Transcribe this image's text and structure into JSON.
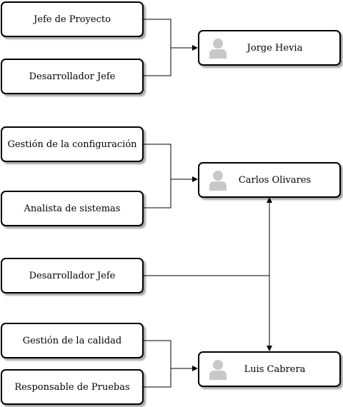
{
  "roles": {
    "jefe_proyecto": "Jefe de Proyecto",
    "desarrollador_jefe_1": "Desarrollador Jefe",
    "gestion_configuracion": "Gestión de la configuración",
    "analista_sistemas": "Analista de sistemas",
    "desarrollador_jefe_2": "Desarrollador Jefe",
    "gestion_calidad": "Gestión de la calidad",
    "responsable_pruebas": "Responsable de Pruebas"
  },
  "people": {
    "jorge": "Jorge Hevia",
    "carlos": "Carlos Olivares",
    "luis": "Luis Cabrera"
  },
  "colors": {
    "line": "#000000",
    "avatar": "#c8c8c8"
  }
}
